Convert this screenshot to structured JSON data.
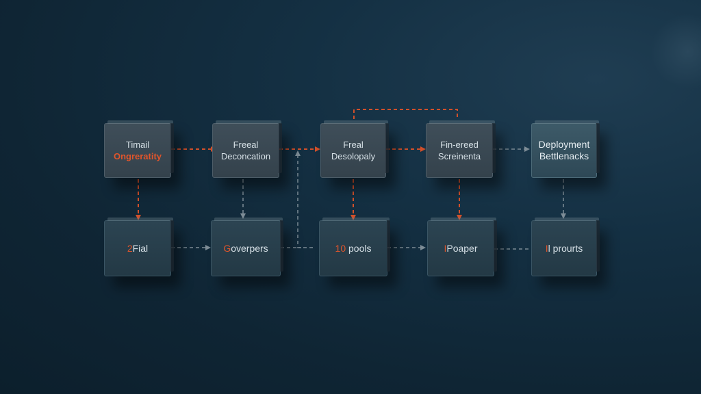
{
  "colors": {
    "accent": "#e0552b",
    "connector_gray": "#7d8c96",
    "background": "#0f2534"
  },
  "diagram": {
    "top_row": [
      {
        "line1": "Timail",
        "line2": "Ongreratity",
        "line2_accent": true
      },
      {
        "line1": "Freeal",
        "line2": "Deconcation"
      },
      {
        "line1": "Freal",
        "line2": "Desolopaly"
      },
      {
        "line1": "Fin-ereed",
        "line2": "Screinenta"
      },
      {
        "line1": "Deployment",
        "line2": "Bettlenacks"
      }
    ],
    "bottom_row": [
      {
        "accent": "2",
        "rest": "Fial"
      },
      {
        "accent": "G",
        "rest": "overpers"
      },
      {
        "accent": "10",
        "rest": " pools"
      },
      {
        "accent": "I",
        "rest": "Poaper"
      },
      {
        "accent": "I",
        "rest": "l prourts"
      }
    ]
  }
}
